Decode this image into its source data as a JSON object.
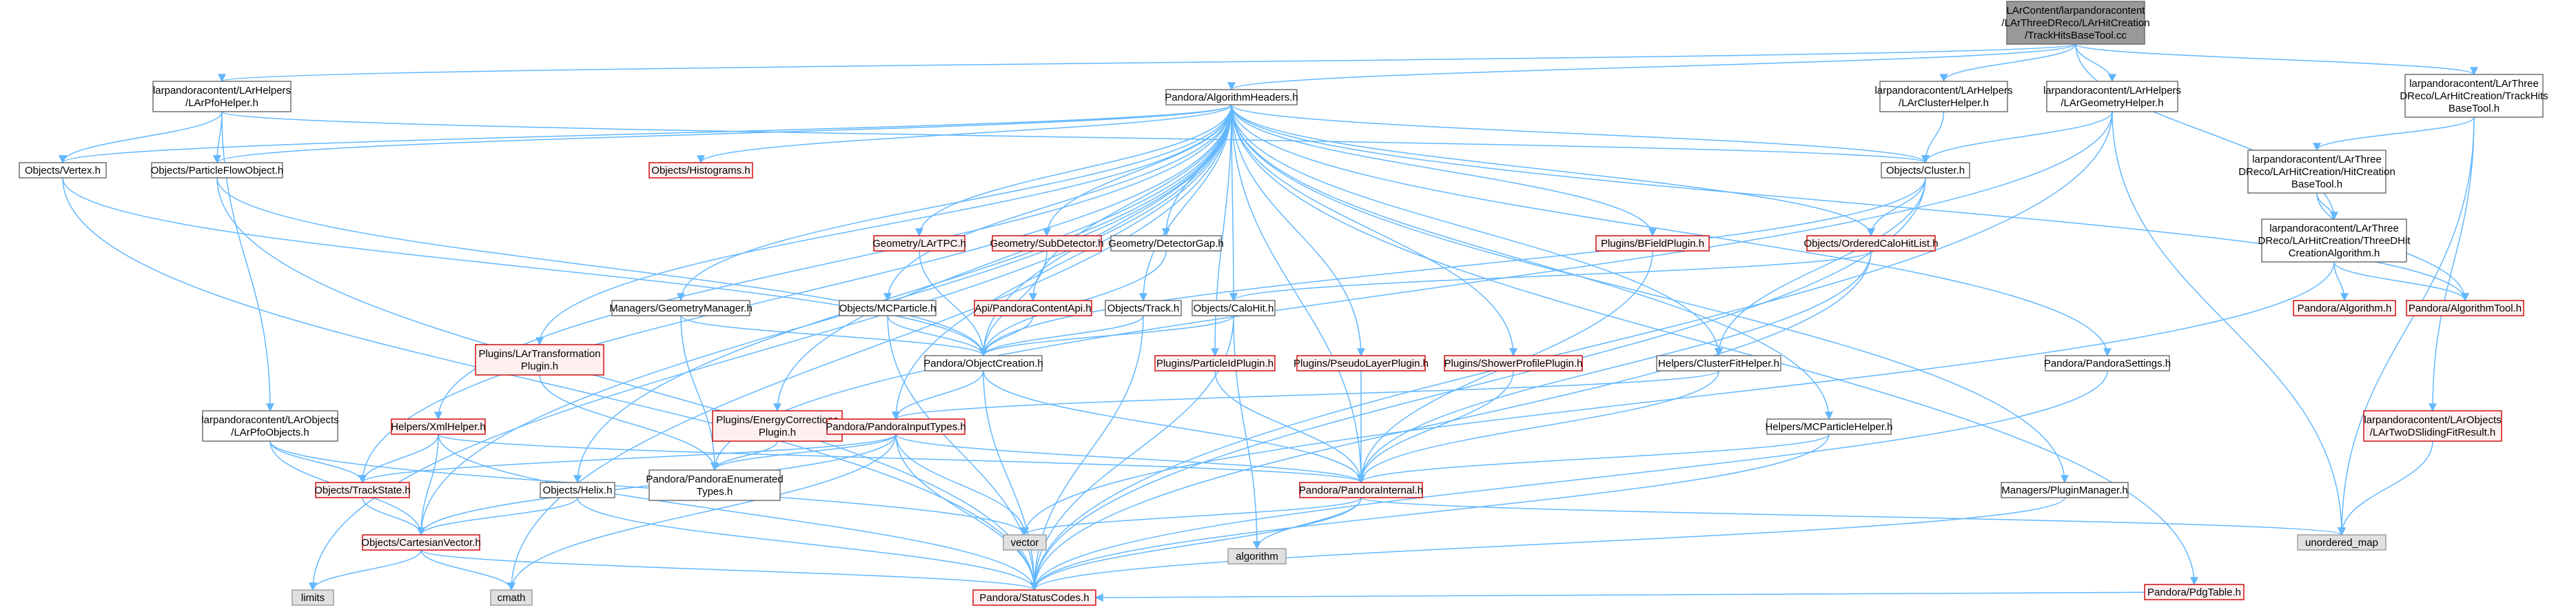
{
  "nodes": [
    {
      "id": "root",
      "lines": [
        "LArContent/larpandoracontent",
        "/LArThreeDReco/LArHitCreation",
        "/TrackHitsBaseTool.cc"
      ],
      "style": "root"
    },
    {
      "id": "pfohelper",
      "lines": [
        "larpandoracontent/LArHelpers",
        "/LArPfoHelper.h"
      ],
      "style": "plain"
    },
    {
      "id": "algheaders",
      "lines": [
        "Pandora/AlgorithmHeaders.h"
      ],
      "style": "plain"
    },
    {
      "id": "clusterhelper",
      "lines": [
        "larpandoracontent/LArHelpers",
        "/LArClusterHelper.h"
      ],
      "style": "plain"
    },
    {
      "id": "geomhelper",
      "lines": [
        "larpandoracontent/LArHelpers",
        "/LArGeometryHelper.h"
      ],
      "style": "plain"
    },
    {
      "id": "trackhitsbase",
      "lines": [
        "larpandoracontent/LArThree",
        "DReco/LArHitCreation/TrackHits",
        "BaseTool.h"
      ],
      "style": "plain"
    },
    {
      "id": "hitcreationbase",
      "lines": [
        "larpandoracontent/LArThree",
        "DReco/LArHitCreation/HitCreation",
        "BaseTool.h"
      ],
      "style": "plain"
    },
    {
      "id": "threedhitalg",
      "lines": [
        "larpandoracontent/LArThree",
        "DReco/LArHitCreation/ThreeDHit",
        "CreationAlgorithm.h"
      ],
      "style": "plain"
    },
    {
      "id": "vertex",
      "lines": [
        "Objects/Vertex.h"
      ],
      "style": "plain"
    },
    {
      "id": "pfo",
      "lines": [
        "Objects/ParticleFlowObject.h"
      ],
      "style": "plain"
    },
    {
      "id": "histograms",
      "lines": [
        "Objects/Histograms.h"
      ],
      "style": "red"
    },
    {
      "id": "cluster",
      "lines": [
        "Objects/Cluster.h"
      ],
      "style": "plain"
    },
    {
      "id": "lartpc",
      "lines": [
        "Geometry/LArTPC.h"
      ],
      "style": "red"
    },
    {
      "id": "subdetector",
      "lines": [
        "Geometry/SubDetector.h"
      ],
      "style": "red"
    },
    {
      "id": "detectorgap",
      "lines": [
        "Geometry/DetectorGap.h"
      ],
      "style": "plain"
    },
    {
      "id": "bfield",
      "lines": [
        "Plugins/BFieldPlugin.h"
      ],
      "style": "red"
    },
    {
      "id": "orderedcalo",
      "lines": [
        "Objects/OrderedCaloHitList.h"
      ],
      "style": "red"
    },
    {
      "id": "pandoraalg",
      "lines": [
        "Pandora/Algorithm.h"
      ],
      "style": "red"
    },
    {
      "id": "pandoraalgtool",
      "lines": [
        "Pandora/AlgorithmTool.h"
      ],
      "style": "red"
    },
    {
      "id": "geommanager",
      "lines": [
        "Managers/GeometryManager.h"
      ],
      "style": "plain"
    },
    {
      "id": "mcparticle",
      "lines": [
        "Objects/MCParticle.h"
      ],
      "style": "plain"
    },
    {
      "id": "contentapi",
      "lines": [
        "Api/PandoraContentApi.h"
      ],
      "style": "red"
    },
    {
      "id": "track",
      "lines": [
        "Objects/Track.h"
      ],
      "style": "plain"
    },
    {
      "id": "calohit",
      "lines": [
        "Objects/CaloHit.h"
      ],
      "style": "plain"
    },
    {
      "id": "lartransform",
      "lines": [
        "Plugins/LArTransformation",
        "Plugin.h"
      ],
      "style": "red"
    },
    {
      "id": "objectcreation",
      "lines": [
        "Pandora/ObjectCreation.h"
      ],
      "style": "plain"
    },
    {
      "id": "particleid",
      "lines": [
        "Plugins/ParticleIdPlugin.h"
      ],
      "style": "red"
    },
    {
      "id": "pseudolayer",
      "lines": [
        "Plugins/PseudoLayerPlugin.h"
      ],
      "style": "red"
    },
    {
      "id": "showerprofile",
      "lines": [
        "Plugins/ShowerProfilePlugin.h"
      ],
      "style": "red"
    },
    {
      "id": "clusterfit",
      "lines": [
        "Helpers/ClusterFitHelper.h"
      ],
      "style": "plain"
    },
    {
      "id": "settings",
      "lines": [
        "Pandora/PandoraSettings.h"
      ],
      "style": "plain"
    },
    {
      "id": "pfoobjects",
      "lines": [
        "larpandoracontent/LArObjects",
        "/LArPfoObjects.h"
      ],
      "style": "plain"
    },
    {
      "id": "xmlhelper",
      "lines": [
        "Helpers/XmlHelper.h"
      ],
      "style": "red"
    },
    {
      "id": "energycorr",
      "lines": [
        "Plugins/EnergyCorrections",
        "Plugin.h"
      ],
      "style": "red"
    },
    {
      "id": "inputtypes",
      "lines": [
        "Pandora/PandoraInputTypes.h"
      ],
      "style": "red"
    },
    {
      "id": "mcphelper",
      "lines": [
        "Helpers/MCParticleHelper.h"
      ],
      "style": "plain"
    },
    {
      "id": "twodfit",
      "lines": [
        "larpandoracontent/LArObjects",
        "/LArTwoDSlidingFitResult.h"
      ],
      "style": "red"
    },
    {
      "id": "trackstate",
      "lines": [
        "Objects/TrackState.h"
      ],
      "style": "red"
    },
    {
      "id": "helix",
      "lines": [
        "Objects/Helix.h"
      ],
      "style": "plain"
    },
    {
      "id": "enumtypes",
      "lines": [
        "Pandora/PandoraEnumerated",
        "Types.h"
      ],
      "style": "plain"
    },
    {
      "id": "pandorainternal",
      "lines": [
        "Pandora/PandoraInternal.h"
      ],
      "style": "red"
    },
    {
      "id": "pluginmanager",
      "lines": [
        "Managers/PluginManager.h"
      ],
      "style": "plain"
    },
    {
      "id": "cartesian",
      "lines": [
        "Objects/CartesianVector.h"
      ],
      "style": "red"
    },
    {
      "id": "vector",
      "lines": [
        "vector"
      ],
      "style": "gray"
    },
    {
      "id": "algorithm",
      "lines": [
        "algorithm"
      ],
      "style": "gray"
    },
    {
      "id": "unorderedmap",
      "lines": [
        "unordered_map"
      ],
      "style": "gray"
    },
    {
      "id": "pdgtable",
      "lines": [
        "Pandora/PdgTable.h"
      ],
      "style": "red"
    },
    {
      "id": "limits",
      "lines": [
        "limits"
      ],
      "style": "gray"
    },
    {
      "id": "cmath",
      "lines": [
        "cmath"
      ],
      "style": "gray"
    },
    {
      "id": "statuscodes",
      "lines": [
        "Pandora/StatusCodes.h"
      ],
      "style": "red"
    }
  ],
  "edges": [
    [
      "root",
      "pfohelper"
    ],
    [
      "root",
      "algheaders"
    ],
    [
      "root",
      "clusterhelper"
    ],
    [
      "root",
      "geomhelper"
    ],
    [
      "root",
      "trackhitsbase"
    ],
    [
      "root",
      "threedhitalg"
    ],
    [
      "pfohelper",
      "vertex"
    ],
    [
      "pfohelper",
      "pfo"
    ],
    [
      "pfohelper",
      "cluster"
    ],
    [
      "pfohelper",
      "pfoobjects"
    ],
    [
      "clusterhelper",
      "cluster"
    ],
    [
      "geomhelper",
      "cluster"
    ],
    [
      "geomhelper",
      "enumtypes"
    ],
    [
      "geomhelper",
      "statuscodes"
    ],
    [
      "geomhelper",
      "unorderedmap"
    ],
    [
      "trackhitsbase",
      "hitcreationbase"
    ],
    [
      "trackhitsbase",
      "twodfit"
    ],
    [
      "trackhitsbase",
      "unorderedmap"
    ],
    [
      "hitcreationbase",
      "pandoraalgtool"
    ],
    [
      "hitcreationbase",
      "threedhitalg"
    ],
    [
      "threedhitalg",
      "pandoraalg"
    ],
    [
      "threedhitalg",
      "pandoraalgtool"
    ],
    [
      "threedhitalg",
      "vector"
    ],
    [
      "twodfit",
      "unorderedmap"
    ],
    [
      "algheaders",
      "vertex"
    ],
    [
      "algheaders",
      "pfo"
    ],
    [
      "algheaders",
      "histograms"
    ],
    [
      "algheaders",
      "cluster"
    ],
    [
      "algheaders",
      "lartpc"
    ],
    [
      "algheaders",
      "subdetector"
    ],
    [
      "algheaders",
      "detectorgap"
    ],
    [
      "algheaders",
      "bfield"
    ],
    [
      "algheaders",
      "orderedcalo"
    ],
    [
      "algheaders",
      "pandoraalgtool"
    ],
    [
      "algheaders",
      "geommanager"
    ],
    [
      "algheaders",
      "mcparticle"
    ],
    [
      "algheaders",
      "contentapi"
    ],
    [
      "algheaders",
      "track"
    ],
    [
      "algheaders",
      "calohit"
    ],
    [
      "algheaders",
      "lartransform"
    ],
    [
      "algheaders",
      "objectcreation"
    ],
    [
      "algheaders",
      "particleid"
    ],
    [
      "algheaders",
      "pseudolayer"
    ],
    [
      "algheaders",
      "showerprofile"
    ],
    [
      "algheaders",
      "clusterfit"
    ],
    [
      "algheaders",
      "settings"
    ],
    [
      "algheaders",
      "xmlhelper"
    ],
    [
      "algheaders",
      "energycorr"
    ],
    [
      "algheaders",
      "inputtypes"
    ],
    [
      "algheaders",
      "mcphelper"
    ],
    [
      "algheaders",
      "trackstate"
    ],
    [
      "algheaders",
      "helix"
    ],
    [
      "algheaders",
      "pandorainternal"
    ],
    [
      "algheaders",
      "pluginmanager"
    ],
    [
      "algheaders",
      "cartesian"
    ],
    [
      "algheaders",
      "pdgtable"
    ],
    [
      "algheaders",
      "limits"
    ],
    [
      "algheaders",
      "cmath"
    ],
    [
      "vertex",
      "objectcreation"
    ],
    [
      "vertex",
      "statuscodes"
    ],
    [
      "pfo",
      "objectcreation"
    ],
    [
      "pfo",
      "statuscodes"
    ],
    [
      "cluster",
      "orderedcalo"
    ],
    [
      "cluster",
      "clusterfit"
    ],
    [
      "cluster",
      "objectcreation"
    ],
    [
      "cluster",
      "statuscodes"
    ],
    [
      "orderedcalo",
      "calohit"
    ],
    [
      "orderedcalo",
      "pandorainternal"
    ],
    [
      "orderedcalo",
      "statuscodes"
    ],
    [
      "lartpc",
      "objectcreation"
    ],
    [
      "subdetector",
      "objectcreation"
    ],
    [
      "detectorgap",
      "objectcreation"
    ],
    [
      "bfield",
      "pandorainternal"
    ],
    [
      "geommanager",
      "objectcreation"
    ],
    [
      "geommanager",
      "enumtypes"
    ],
    [
      "mcparticle",
      "objectcreation"
    ],
    [
      "mcparticle",
      "statuscodes"
    ],
    [
      "contentapi",
      "objectcreation"
    ],
    [
      "track",
      "objectcreation"
    ],
    [
      "track",
      "statuscodes"
    ],
    [
      "calohit",
      "objectcreation"
    ],
    [
      "calohit",
      "statuscodes"
    ],
    [
      "calohit",
      "algorithm"
    ],
    [
      "lartransform",
      "enumtypes"
    ],
    [
      "objectcreation",
      "inputtypes"
    ],
    [
      "objectcreation",
      "pandorainternal"
    ],
    [
      "objectcreation",
      "statuscodes"
    ],
    [
      "particleid",
      "pandorainternal"
    ],
    [
      "pseudolayer",
      "pandorainternal"
    ],
    [
      "showerprofile",
      "pandorainternal"
    ],
    [
      "clusterfit",
      "inputtypes"
    ],
    [
      "clusterfit",
      "pandorainternal"
    ],
    [
      "settings",
      "statuscodes"
    ],
    [
      "pfoobjects",
      "trackstate"
    ],
    [
      "pfoobjects",
      "cartesian"
    ],
    [
      "pfoobjects",
      "vector"
    ],
    [
      "xmlhelper",
      "trackstate"
    ],
    [
      "xmlhelper",
      "cartesian"
    ],
    [
      "xmlhelper",
      "pandorainternal"
    ],
    [
      "xmlhelper",
      "statuscodes"
    ],
    [
      "energycorr",
      "enumtypes"
    ],
    [
      "inputtypes",
      "trackstate"
    ],
    [
      "inputtypes",
      "enumtypes"
    ],
    [
      "inputtypes",
      "pandorainternal"
    ],
    [
      "inputtypes",
      "cartesian"
    ],
    [
      "inputtypes",
      "vector"
    ],
    [
      "inputtypes",
      "cmath"
    ],
    [
      "inputtypes",
      "statuscodes"
    ],
    [
      "mcphelper",
      "pandorainternal"
    ],
    [
      "mcphelper",
      "statuscodes"
    ],
    [
      "trackstate",
      "cartesian"
    ],
    [
      "helix",
      "cartesian"
    ],
    [
      "helix",
      "statuscodes"
    ],
    [
      "pandorainternal",
      "vector"
    ],
    [
      "pandorainternal",
      "algorithm"
    ],
    [
      "pandorainternal",
      "unorderedmap"
    ],
    [
      "pandorainternal",
      "statuscodes"
    ],
    [
      "pluginmanager",
      "statuscodes"
    ],
    [
      "cartesian",
      "limits"
    ],
    [
      "cartesian",
      "cmath"
    ],
    [
      "cartesian",
      "statuscodes"
    ],
    [
      "pdgtable",
      "statuscodes"
    ]
  ],
  "colors": {
    "edge": "#63b8ff",
    "root_fill": "#999999",
    "plain_fill": "#ffffff",
    "red_fill": "#fff0f0",
    "red_stroke": "#cc0000",
    "gray_fill": "#e0e0e0",
    "gray_stroke": "#999999",
    "text": "#000000"
  }
}
